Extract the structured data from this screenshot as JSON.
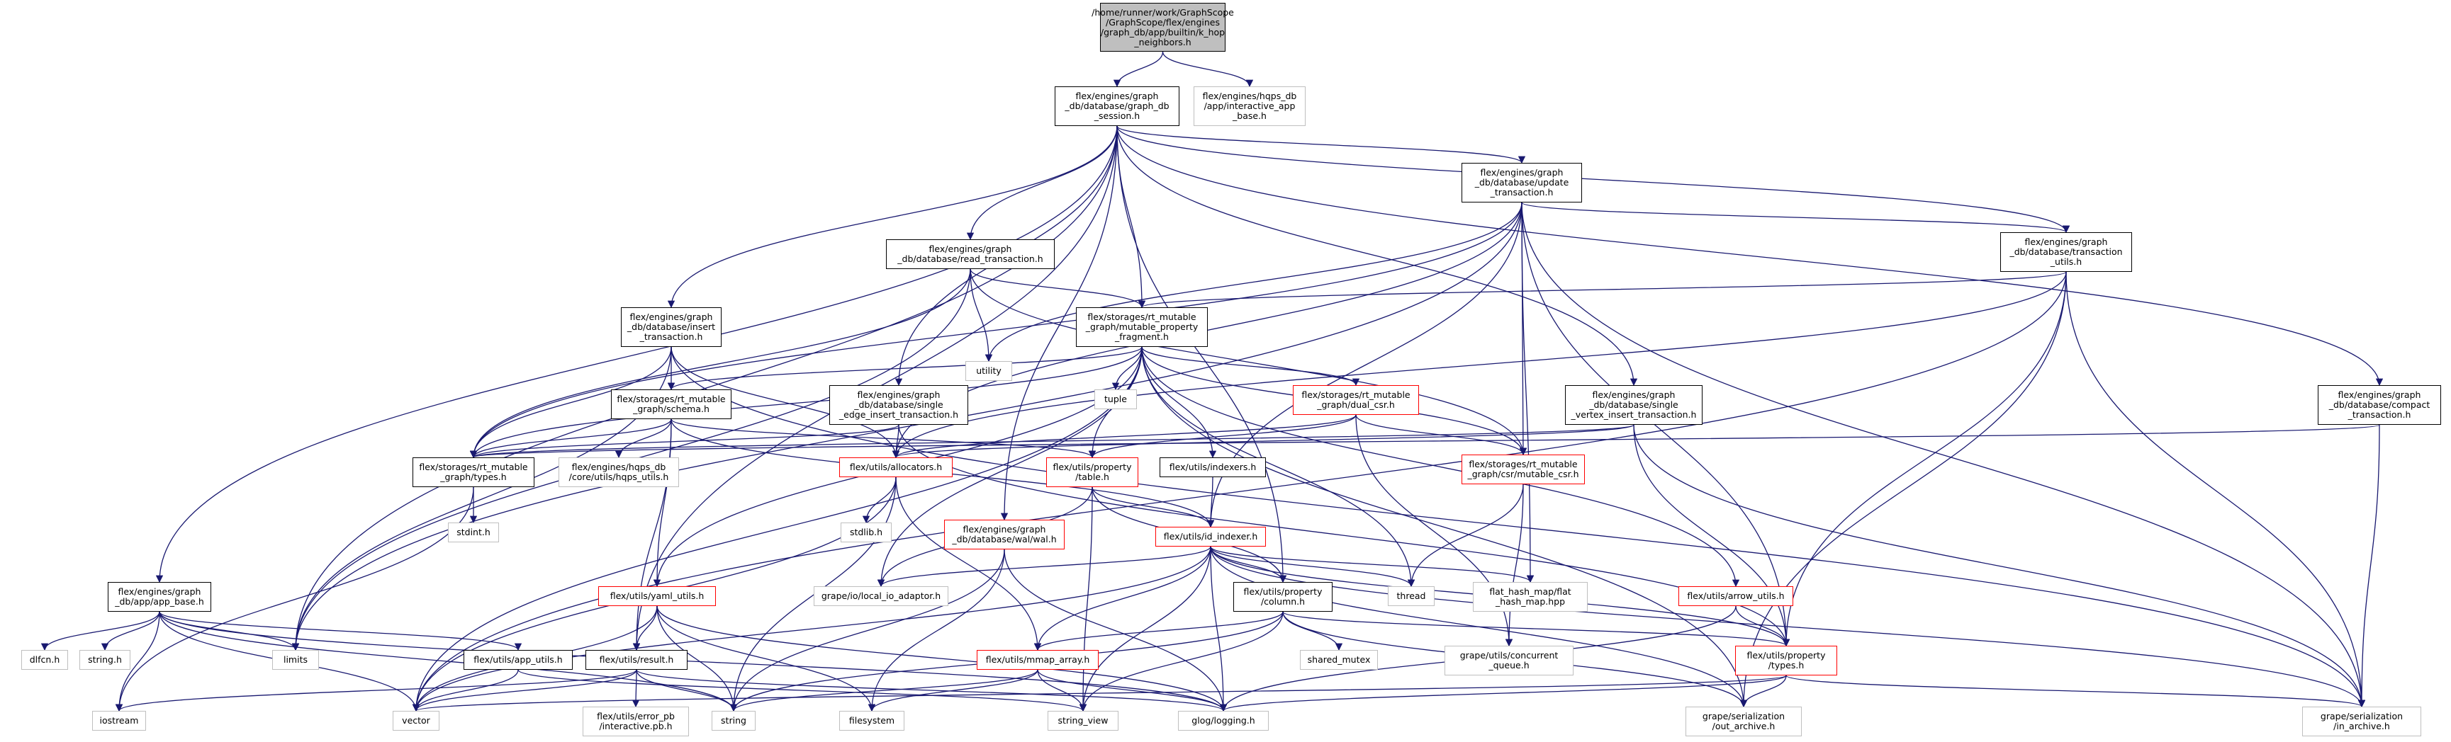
{
  "colors": {
    "edge": "#191970",
    "border": "#000000",
    "red_border": "#ff0000",
    "gray_border": "#bfbfbf",
    "root_fill": "#bfbfbf"
  },
  "nodes": {
    "root": "/home/runner/work/GraphScope\n/GraphScope/flex/engines\n/graph_db/app/builtin/k_hop\n_neighbors.h",
    "graph_db_session": "flex/engines/graph\n_db/database/graph_db\n_session.h",
    "hqps_app_base": "flex/engines/hqps_db\n/app/interactive_app\n_base.h",
    "update_transaction": "flex/engines/graph\n_db/database/update\n_transaction.h",
    "read_transaction": "flex/engines/graph\n_db/database/read_transaction.h",
    "transaction_utils": "flex/engines/graph\n_db/database/transaction\n_utils.h",
    "insert_transaction": "flex/engines/graph\n_db/database/insert\n_transaction.h",
    "mutable_property_fragment": "flex/storages/rt_mutable\n_graph/mutable_property\n_fragment.h",
    "utility": "utility",
    "tuple": "tuple",
    "dual_csr": "flex/storages/rt_mutable\n_graph/dual_csr.h",
    "single_vertex_insert": "flex/engines/graph\n_db/database/single\n_vertex_insert_transaction.h",
    "compact_transaction": "flex/engines/graph\n_db/database/compact\n_transaction.h",
    "schema": "flex/storages/rt_mutable\n_graph/schema.h",
    "single_edge_insert": "flex/engines/graph\n_db/database/single\n_edge_insert_transaction.h",
    "rt_types": "flex/storages/rt_mutable\n_graph/types.h",
    "hqps_utils": "flex/engines/hqps_db\n/core/utils/hqps_utils.h",
    "allocators": "flex/utils/allocators.h",
    "property_table": "flex/utils/property\n/table.h",
    "indexers": "flex/utils/indexers.h",
    "mutable_csr": "flex/storages/rt_mutable\n_graph/csr/mutable_csr.h",
    "stdint": "stdint.h",
    "stdlib": "stdlib.h",
    "wal": "flex/engines/graph\n_db/database/wal/wal.h",
    "id_indexer": "flex/utils/id_indexer.h",
    "app_base": "flex/engines/graph\n_db/app/app_base.h",
    "yaml_utils": "flex/utils/yaml_utils.h",
    "local_io_adaptor": "grape/io/local_io_adaptor.h",
    "property_column": "flex/utils/property\n/column.h",
    "thread": "thread",
    "flat_hash_map": "flat_hash_map/flat\n_hash_map.hpp",
    "arrow_utils": "flex/utils/arrow_utils.h",
    "dlfcn": "dlfcn.h",
    "string_h": "string.h",
    "limits": "limits",
    "app_utils": "flex/utils/app_utils.h",
    "result": "flex/utils/result.h",
    "mmap_array": "flex/utils/mmap_array.h",
    "shared_mutex": "shared_mutex",
    "concurrent_queue": "grape/utils/concurrent\n_queue.h",
    "property_types": "flex/utils/property\n/types.h",
    "iostream": "iostream",
    "vector": "vector",
    "error_pb": "flex/utils/error_pb\n/interactive.pb.h",
    "string": "string",
    "filesystem": "filesystem",
    "string_view": "string_view",
    "glog": "glog/logging.h",
    "out_archive": "grape/serialization\n/out_archive.h",
    "in_archive": "grape/serialization\n/in_archive.h"
  }
}
